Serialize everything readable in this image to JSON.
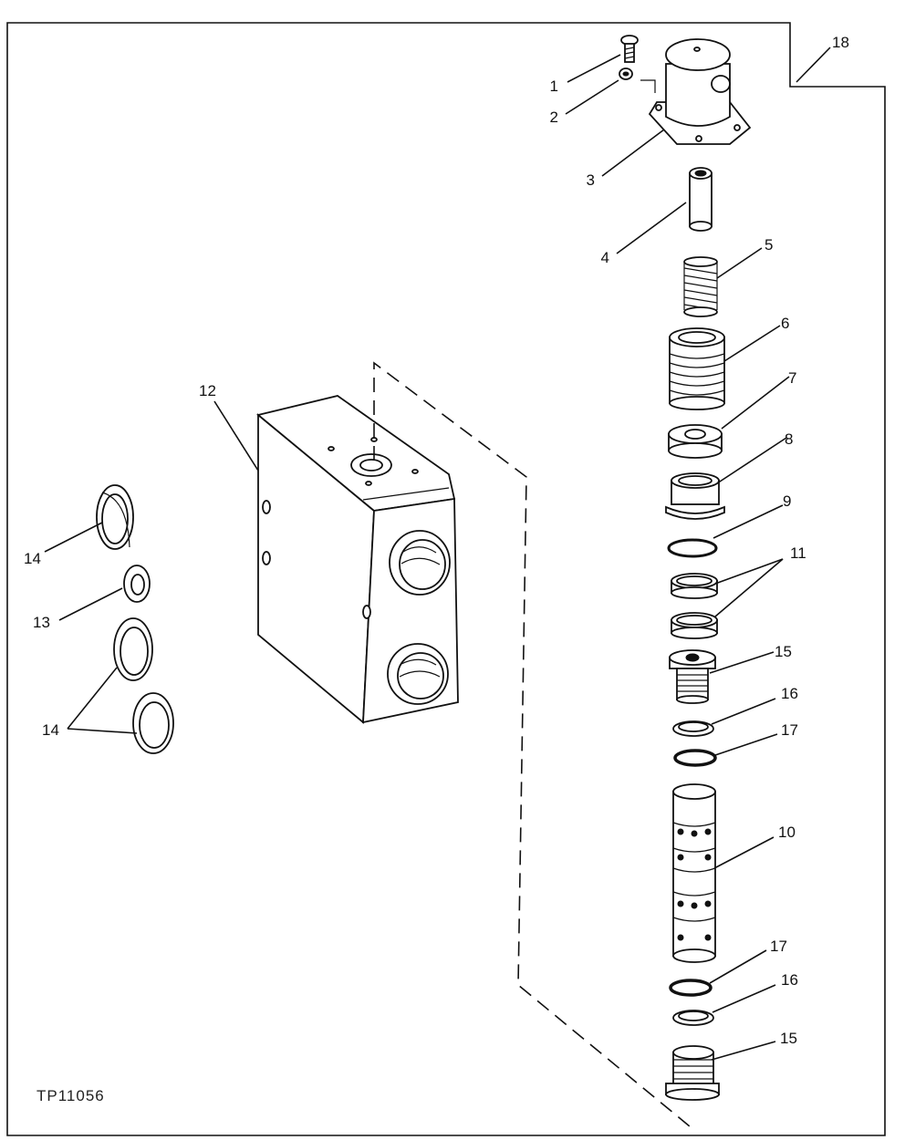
{
  "callouts": [
    {
      "id": "c1",
      "text": "1"
    },
    {
      "id": "c2",
      "text": "2"
    },
    {
      "id": "c3",
      "text": "3"
    },
    {
      "id": "c4",
      "text": "4"
    },
    {
      "id": "c5",
      "text": "5"
    },
    {
      "id": "c6",
      "text": "6"
    },
    {
      "id": "c7",
      "text": "7"
    },
    {
      "id": "c8",
      "text": "8"
    },
    {
      "id": "c9",
      "text": "9"
    },
    {
      "id": "c10",
      "text": "10"
    },
    {
      "id": "c11",
      "text": "11"
    },
    {
      "id": "c12",
      "text": "12"
    },
    {
      "id": "c13",
      "text": "13"
    },
    {
      "id": "c14a",
      "text": "14"
    },
    {
      "id": "c14b",
      "text": "14"
    },
    {
      "id": "c15a",
      "text": "15"
    },
    {
      "id": "c15b",
      "text": "15"
    },
    {
      "id": "c16a",
      "text": "16"
    },
    {
      "id": "c16b",
      "text": "16"
    },
    {
      "id": "c17a",
      "text": "17"
    },
    {
      "id": "c17b",
      "text": "17"
    },
    {
      "id": "c18",
      "text": "18"
    }
  ],
  "figure_code": "TP11056"
}
